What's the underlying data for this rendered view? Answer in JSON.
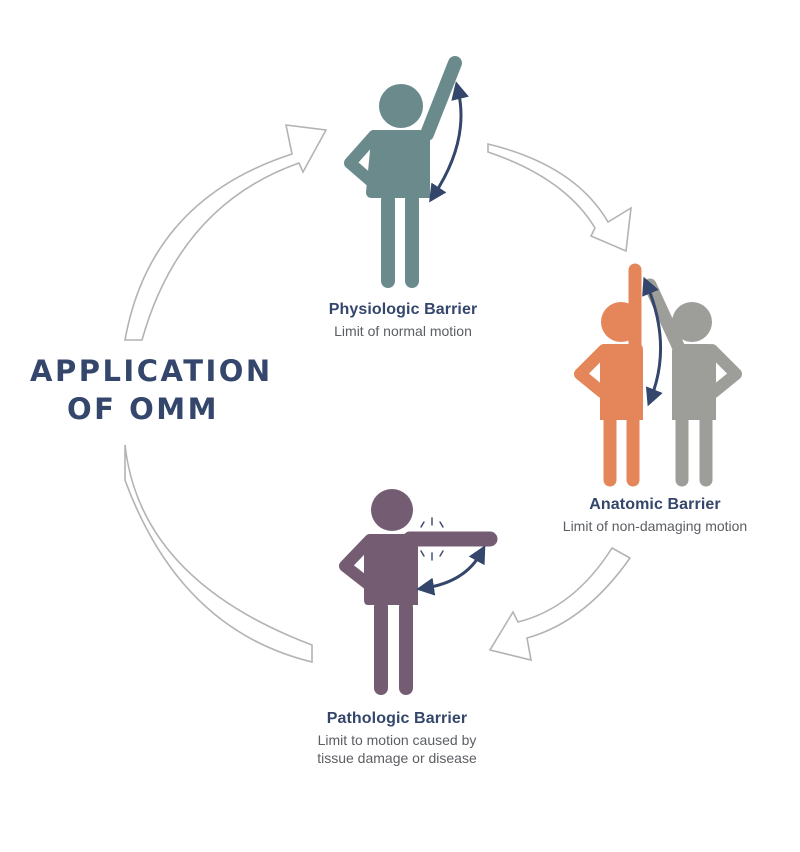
{
  "title": {
    "line1": "APPLICATION",
    "line2": "OF OMM"
  },
  "barriers": [
    {
      "title": "Physiologic Barrier",
      "subtitle_lines": [
        "Limit of normal motion"
      ],
      "color": "#6b8a8c"
    },
    {
      "title": "Anatomic Barrier",
      "subtitle_lines": [
        "Limit of non-damaging motion"
      ],
      "color": "#e5865a",
      "secondary_color": "#9d9e9a"
    },
    {
      "title": "Pathologic Barrier",
      "subtitle_lines": [
        "Limit to motion caused by",
        "tissue damage or disease"
      ],
      "color": "#745d73"
    }
  ],
  "colors": {
    "title_text": "#34466b",
    "motion_arrow": "#34466b",
    "cycle_arrow_outline": "#b3b3b3"
  },
  "icons": [
    "figure-icon",
    "motion-arrow-icon",
    "pain-burst-icon",
    "cycle-arrow-icon"
  ]
}
